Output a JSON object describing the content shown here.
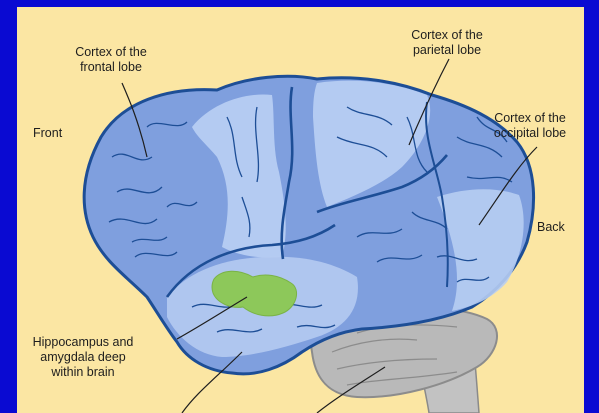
{
  "labels": {
    "frontal": [
      "Cortex of the",
      "frontal lobe"
    ],
    "parietal": [
      "Cortex of the",
      "parietal lobe"
    ],
    "occipital": [
      "Cortex of the",
      "occipital lobe"
    ],
    "front": "Front",
    "back": "Back",
    "hippocampus": [
      "Hippocampus and",
      "amygdala deep",
      "within brain"
    ]
  },
  "colors": {
    "frame": "#0a0ad2",
    "background": "#fbe6a3",
    "cortex_dark": "#7f9fde",
    "cortex_light": "#b7cdf2",
    "outline": "#1d4e96",
    "hippocampus": "#8dc85a",
    "cerebellum": "#b9b9b9"
  }
}
